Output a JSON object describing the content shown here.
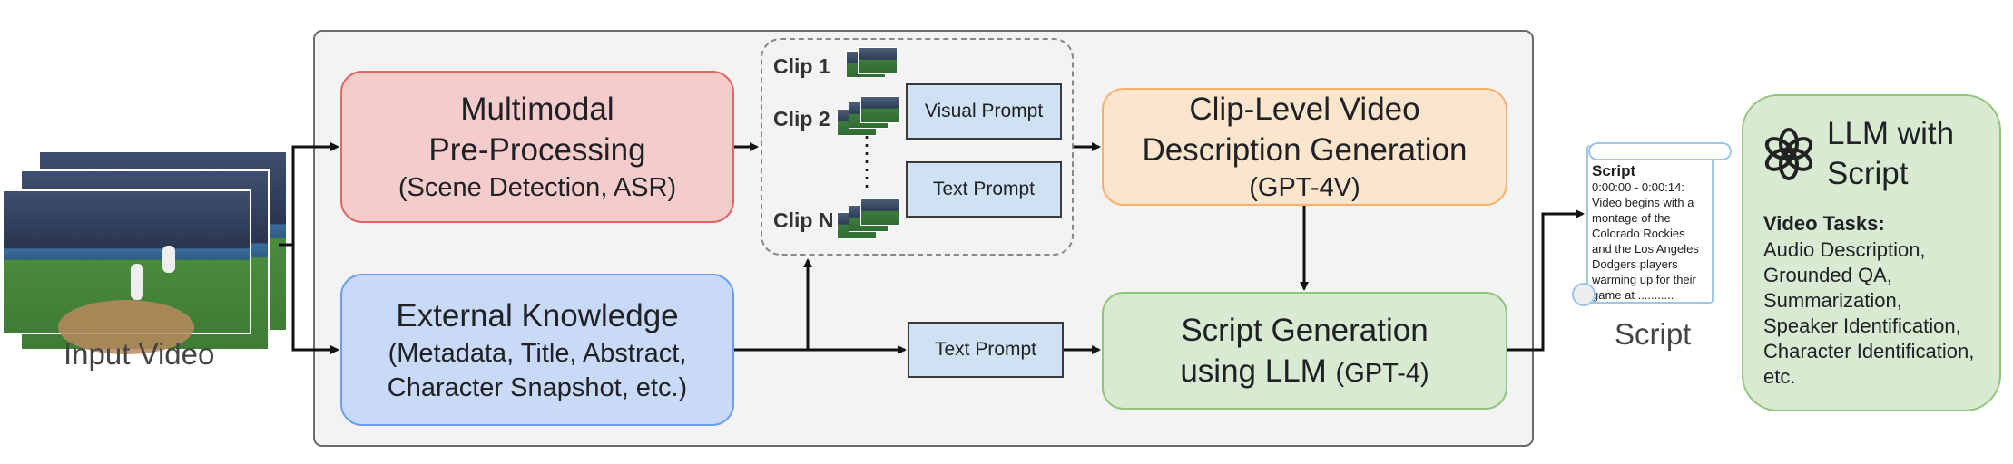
{
  "input": {
    "label": "Input Video"
  },
  "preprocessing": {
    "line1": "Multimodal",
    "line2": "Pre-Processing",
    "line3": "(Scene Detection, ASR)"
  },
  "knowledge": {
    "line1": "External Knowledge",
    "line2": "(Metadata, Title, Abstract,",
    "line3": "Character Snapshot, etc.)"
  },
  "clips": {
    "clip1": "Clip 1",
    "clip2": "Clip 2",
    "clipN": "Clip N",
    "visual_prompt": "Visual Prompt",
    "text_prompt": "Text Prompt"
  },
  "text_prompt_mid": "Text Prompt",
  "clip_desc": {
    "line1": "Clip-Level Video",
    "line2": "Description Generation",
    "line3": "(GPT-4V)"
  },
  "script_gen": {
    "line1": "Script Generation",
    "line2": "using LLM",
    "line3": "(GPT-4)"
  },
  "script_doc": {
    "title": "Script",
    "lines": [
      "0:00:00 - 0:00:14:",
      "Video begins with a",
      "montage of the",
      "Colorado Rockies",
      "and the Los Angeles",
      "Dodgers players",
      "warming up for their",
      "game at  ..........."
    ]
  },
  "script_label": "Script",
  "llm": {
    "line1": "LLM with",
    "line2": "Script",
    "tasks_title": "Video Tasks:",
    "tasks": [
      "Audio Description,",
      "Grounded QA,",
      "Summarization,",
      "Speaker Identification,",
      "Character Identification,",
      "etc."
    ]
  },
  "colors": {
    "preprocessing": "#f4cccc",
    "knowledge": "#c9daf8",
    "clip_desc": "#fce5cd",
    "script_gen": "#d9ead3",
    "llm": "#d9ead3",
    "prompt": "#cfe2f3"
  }
}
